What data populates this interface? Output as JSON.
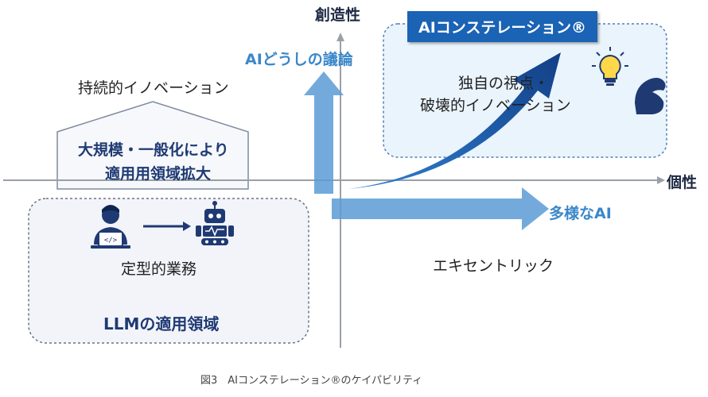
{
  "axes": {
    "y_label": "創造性",
    "x_label": "個性"
  },
  "top_left": {
    "arrow_label": "AIどうしの議論",
    "house_heading": "持続的イノベーション",
    "house_line1": "大規模・一般化により",
    "house_line2": "適用用領域拡大"
  },
  "bottom_left": {
    "task_label": "定型的業務",
    "region_label": "LLMの適用領域"
  },
  "top_right": {
    "panel_title": "AIコンステレーション®",
    "line1": "独自の視点・",
    "line2": "破壊的イノベーション"
  },
  "bottom_right": {
    "arrow_label": "多様なAI",
    "quadrant_label": "エキセントリック"
  },
  "caption": "図3　AIコンステレーション®のケイパビリティ",
  "colors": {
    "accent_blue": "#3a87c9",
    "navy": "#1f3a73",
    "panel_blue": "#1a63b5",
    "panel_fill": "#eaf4fd",
    "region_fill": "#f2f4f9"
  }
}
